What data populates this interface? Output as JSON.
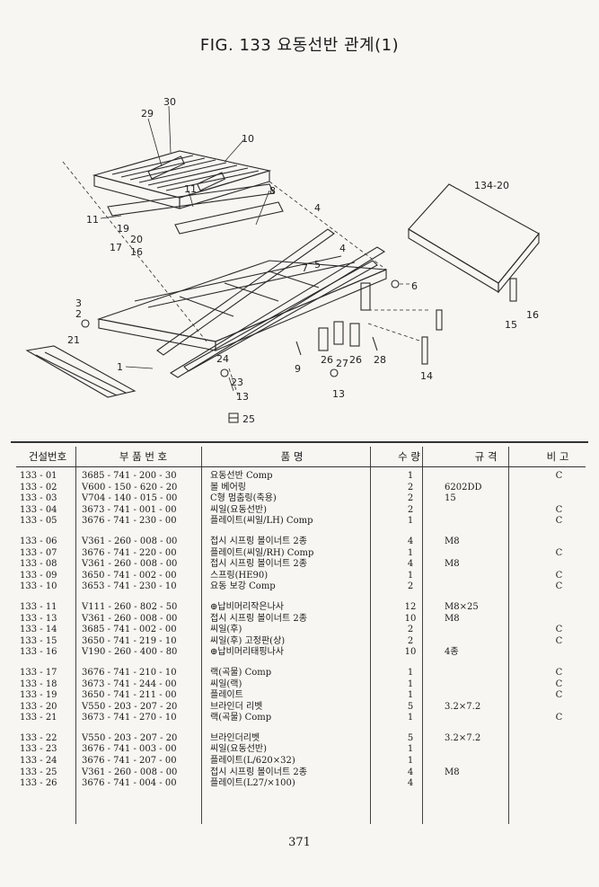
{
  "title": "FIG. 133 요동선반 관계(1)",
  "diagram_callouts": [
    "29",
    "30",
    "10",
    "11",
    "8",
    "11",
    "19",
    "20",
    "17",
    "16",
    "3",
    "2",
    "21",
    "1",
    "7",
    "5",
    "4",
    "4",
    "6",
    "24",
    "23",
    "13",
    "9",
    "26",
    "27",
    "26",
    "28",
    "13",
    "14",
    "15",
    "16",
    "134-20",
    "25"
  ],
  "table": {
    "headers": [
      "건설번호",
      "부 품 번 호",
      "품 명",
      "수 량",
      "규 격",
      "비 고"
    ],
    "groups": [
      [
        {
          "no": "133 - 01",
          "pn": "3685 - 741 - 200 - 30",
          "name": "요동선반 Comp",
          "qty": "1",
          "spec": "",
          "note": "C"
        },
        {
          "no": "133 - 02",
          "pn": "V600 - 150 - 620 - 20",
          "name": "볼 베어링",
          "qty": "2",
          "spec": "6202DD",
          "note": ""
        },
        {
          "no": "133 - 03",
          "pn": "V704 - 140 - 015 - 00",
          "name": "C형 멈춤링(축용)",
          "qty": "2",
          "spec": "15",
          "note": ""
        },
        {
          "no": "133 - 04",
          "pn": "3673 - 741 - 001 - 00",
          "name": "씨일(요동선반)",
          "qty": "2",
          "spec": "",
          "note": "C"
        },
        {
          "no": "133 - 05",
          "pn": "3676 - 741 - 230 - 00",
          "name": "플레이트(씨일/LH) Comp",
          "qty": "1",
          "spec": "",
          "note": "C"
        }
      ],
      [
        {
          "no": "133 - 06",
          "pn": "V361 - 260 - 008 - 00",
          "name": "접시 시프링 볼이너트 2종",
          "qty": "4",
          "spec": "M8",
          "note": ""
        },
        {
          "no": "133 - 07",
          "pn": "3676 - 741 - 220 - 00",
          "name": "플레이트(씨일/RH) Comp",
          "qty": "1",
          "spec": "",
          "note": "C"
        },
        {
          "no": "133 - 08",
          "pn": "V361 - 260 - 008 - 00",
          "name": "접시 시프링 볼이너트 2종",
          "qty": "4",
          "spec": "M8",
          "note": ""
        },
        {
          "no": "133 - 09",
          "pn": "3650 - 741 - 002 - 00",
          "name": "스프링(HE90)",
          "qty": "1",
          "spec": "",
          "note": "C"
        },
        {
          "no": "133 - 10",
          "pn": "3653 - 741 - 230 - 10",
          "name": "요동 보강 Comp",
          "qty": "2",
          "spec": "",
          "note": "C"
        }
      ],
      [
        {
          "no": "133 - 11",
          "pn": "V111 - 260 - 802 - 50",
          "name": "⊕납비머리작은나사",
          "qty": "12",
          "spec": "M8×25",
          "note": ""
        },
        {
          "no": "133 - 13",
          "pn": "V361 - 260 - 008 - 00",
          "name": "접시 시프링 볼이너트 2종",
          "qty": "10",
          "spec": "M8",
          "note": ""
        },
        {
          "no": "133 - 14",
          "pn": "3685 - 741 - 002 - 00",
          "name": "씨일(후)",
          "qty": "2",
          "spec": "",
          "note": "C"
        },
        {
          "no": "133 - 15",
          "pn": "3650 - 741 - 219 - 10",
          "name": "씨일(후) 고정판(상)",
          "qty": "2",
          "spec": "",
          "note": "C"
        },
        {
          "no": "133 - 16",
          "pn": "V190 - 260 - 400 - 80",
          "name": "⊕납비머리태핑나사",
          "qty": "10",
          "spec": "4종",
          "note": ""
        }
      ],
      [
        {
          "no": "133 - 17",
          "pn": "3676 - 741 - 210 - 10",
          "name": "랙(곡물) Comp",
          "qty": "1",
          "spec": "",
          "note": "C"
        },
        {
          "no": "133 - 18",
          "pn": "3673 - 741 - 244 - 00",
          "name": "씨일(랙)",
          "qty": "1",
          "spec": "",
          "note": "C"
        },
        {
          "no": "133 - 19",
          "pn": "3650 - 741 - 211 - 00",
          "name": "플레이트",
          "qty": "1",
          "spec": "",
          "note": "C"
        },
        {
          "no": "133 - 20",
          "pn": "V550 - 203 - 207 - 20",
          "name": "브라인더 리벳",
          "qty": "5",
          "spec": "3.2×7.2",
          "note": ""
        },
        {
          "no": "133 - 21",
          "pn": "3673 - 741 - 270 - 10",
          "name": "랙(곡물) Comp",
          "qty": "1",
          "spec": "",
          "note": "C"
        }
      ],
      [
        {
          "no": "133 - 22",
          "pn": "V550 - 203 - 207 - 20",
          "name": "브라인더리벳",
          "qty": "5",
          "spec": "3.2×7.2",
          "note": ""
        },
        {
          "no": "133 - 23",
          "pn": "3676 - 741 - 003 - 00",
          "name": "씨일(요동선반)",
          "qty": "1",
          "spec": "",
          "note": ""
        },
        {
          "no": "133 - 24",
          "pn": "3676 - 741 - 207 - 00",
          "name": "플레이트(L/620×32)",
          "qty": "1",
          "spec": "",
          "note": ""
        },
        {
          "no": "133 - 25",
          "pn": "V361 - 260 - 008 - 00",
          "name": "접시 시프링 볼이너트 2종",
          "qty": "4",
          "spec": "M8",
          "note": ""
        },
        {
          "no": "133 - 26",
          "pn": "3676 - 741 - 004 - 00",
          "name": "플레이트(L27/×100)",
          "qty": "4",
          "spec": "",
          "note": ""
        }
      ]
    ]
  },
  "page_number": "371"
}
